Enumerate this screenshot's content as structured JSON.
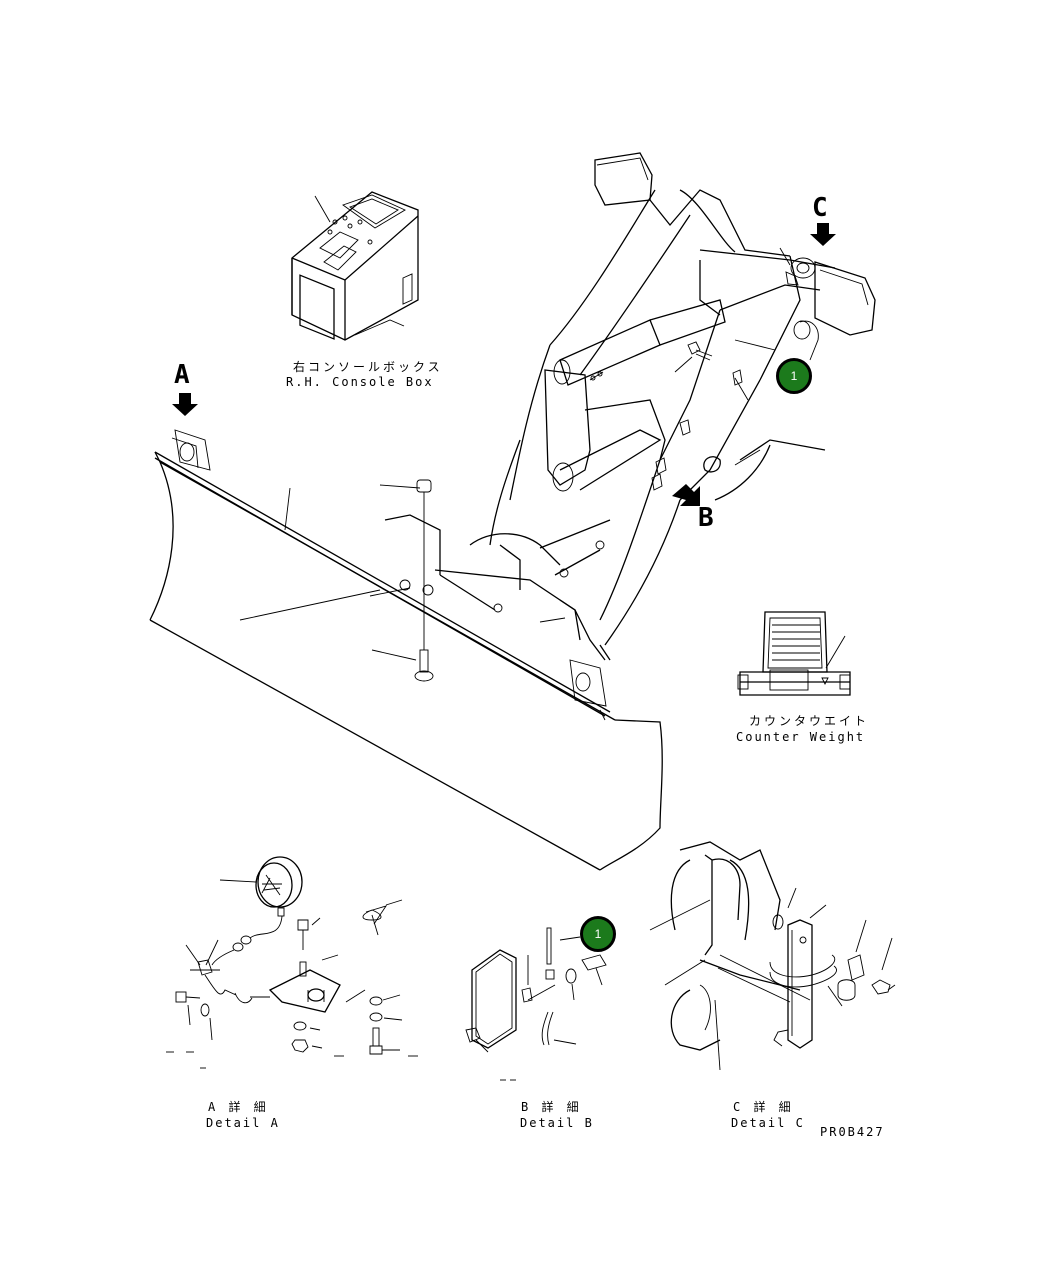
{
  "labels": {
    "console_box_jp": "右コンソールボックス",
    "console_box_en": "R.H. Console Box",
    "counter_weight_jp": "カウンタウエイト",
    "counter_weight_en": "Counter Weight",
    "detail_a_jp": "A 詳 細",
    "detail_a_en": "Detail A",
    "detail_b_jp": "B 詳 細",
    "detail_b_en": "Detail B",
    "detail_c_jp": "C 詳 細",
    "detail_c_en": "Detail C",
    "drawing_code": "PR0B427"
  },
  "view_markers": {
    "a": "A",
    "b": "B",
    "c": "C"
  },
  "callouts": [
    {
      "number": "1"
    },
    {
      "number": "1"
    }
  ],
  "colors": {
    "callout_fill": "#1c7a1c",
    "line": "#000000",
    "background": "#ffffff"
  }
}
